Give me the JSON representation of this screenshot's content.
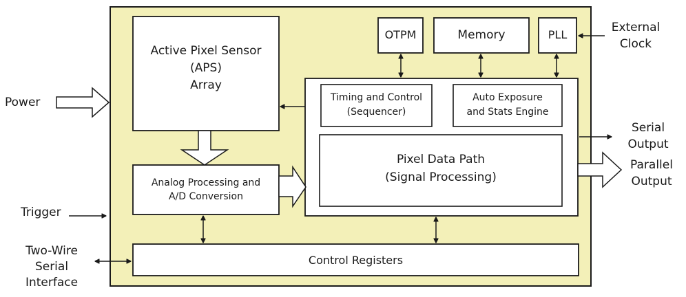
{
  "colors": {
    "chip_fill": "#f3f0b8",
    "outline": "#1a1a1a",
    "box_fill": "#ffffff"
  },
  "blocks": {
    "aps": {
      "lines": [
        "Active Pixel Sensor",
        "(APS)",
        "Array"
      ]
    },
    "otpm": {
      "label": "OTPM"
    },
    "memory": {
      "label": "Memory"
    },
    "pll": {
      "label": "PLL"
    },
    "timing": {
      "lines": [
        "Timing and Control",
        "(Sequencer)"
      ]
    },
    "auto_exposure": {
      "lines": [
        "Auto Exposure",
        "and Stats Engine"
      ]
    },
    "pixel_path": {
      "lines": [
        "Pixel Data Path",
        "(Signal Processing)"
      ]
    },
    "analog": {
      "lines": [
        "Analog Processing and",
        "A/D Conversion"
      ]
    },
    "control_registers": {
      "label": "Control Registers"
    }
  },
  "external": {
    "power": {
      "label": "Power"
    },
    "trigger": {
      "label": "Trigger"
    },
    "two_wire": {
      "lines": [
        "Two-Wire",
        "Serial",
        "Interface"
      ]
    },
    "external_clock": {
      "lines": [
        "External",
        "Clock"
      ]
    },
    "serial_output": {
      "lines": [
        "Serial",
        "Output"
      ]
    },
    "parallel_output": {
      "lines": [
        "Parallel",
        "Output"
      ]
    }
  }
}
